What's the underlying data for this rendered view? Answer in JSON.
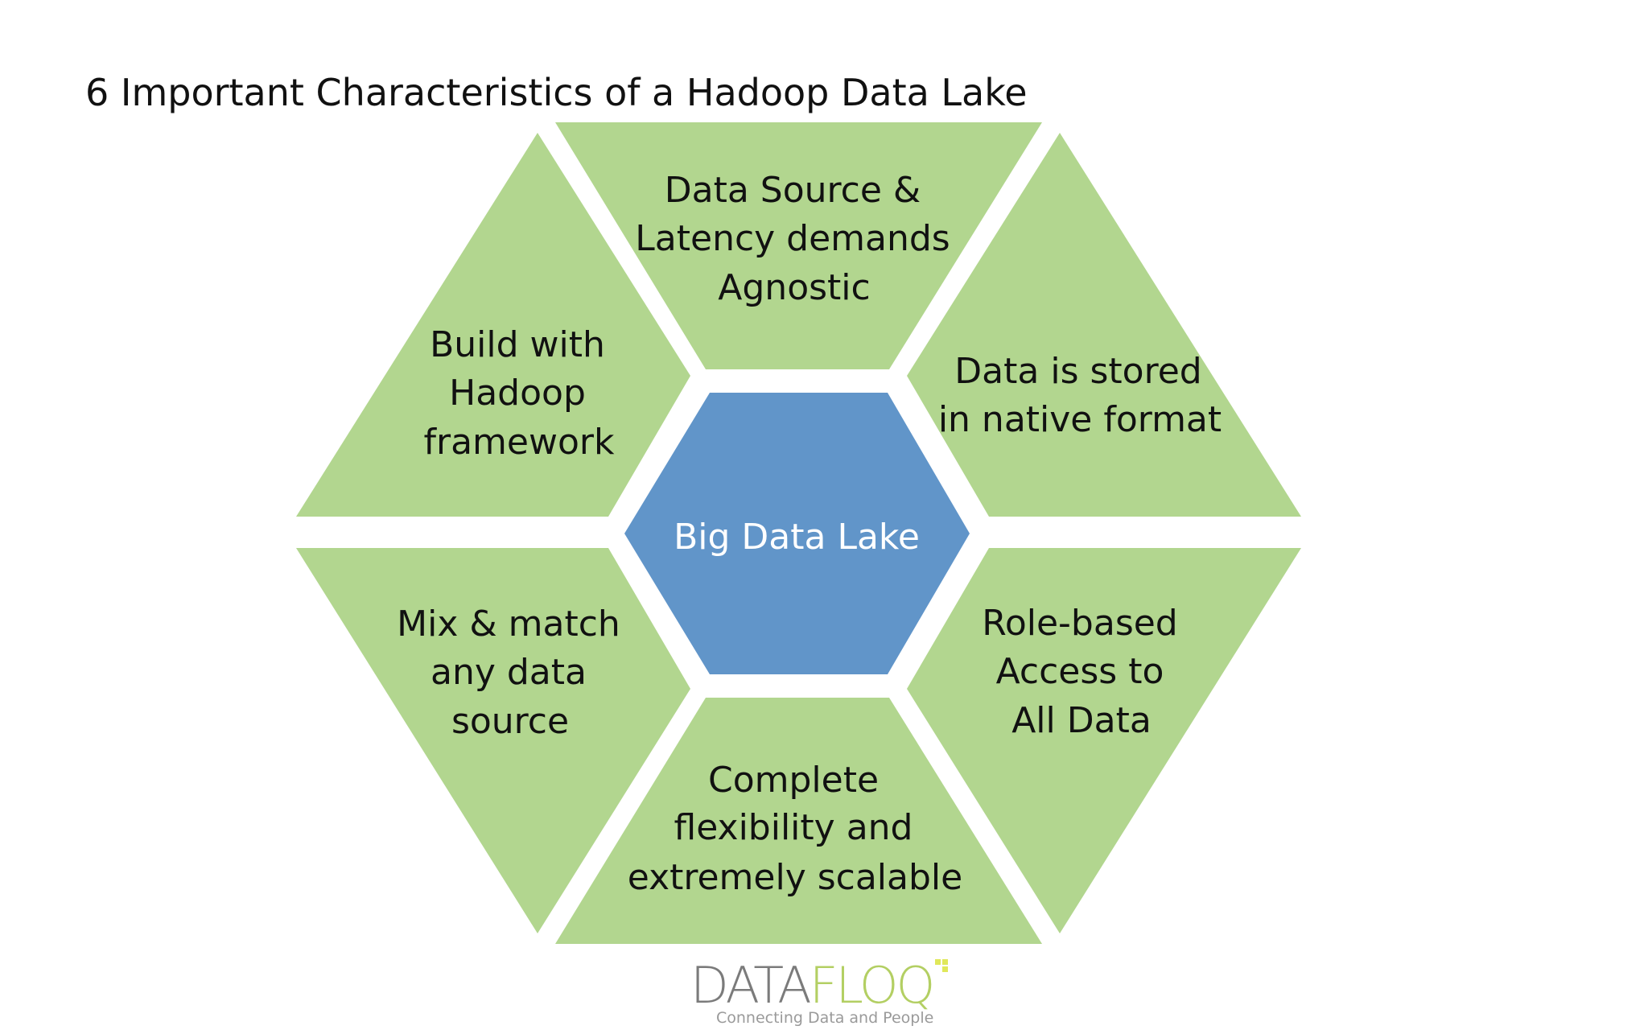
{
  "title": "6 Important Characteristics of a Hadoop Data Lake",
  "center": {
    "label": "Big Data Lake"
  },
  "segments": {
    "top": [
      "Data Source &",
      "Latency demands",
      "Agnostic"
    ],
    "upper_left": [
      "Build with",
      "Hadoop",
      "framework"
    ],
    "upper_right": [
      "Data is stored",
      "in native format"
    ],
    "lower_left": [
      "Mix & match",
      "any data",
      "source"
    ],
    "lower_right": [
      "Role-based",
      "Access to",
      "All Data"
    ],
    "bottom": [
      "Complete",
      "flexibility and",
      "extremely scalable"
    ]
  },
  "logo": {
    "word_dark": "DATA",
    "word_light": "FLOQ",
    "tagline": "Connecting Data and People"
  },
  "colors": {
    "segment_fill": "#b2d68f",
    "center_fill": "#6195c9",
    "logo_dark": "#7b7b7b",
    "logo_light": "#b3cf63"
  }
}
